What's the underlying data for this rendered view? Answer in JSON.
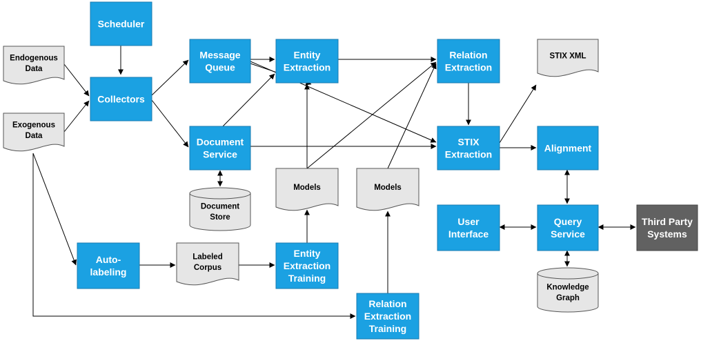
{
  "nodes": {
    "scheduler": {
      "lines": [
        "Scheduler"
      ]
    },
    "endogenous": {
      "lines": [
        "Endogenous",
        "Data"
      ]
    },
    "exogenous": {
      "lines": [
        "Exogenous",
        "Data"
      ]
    },
    "collectors": {
      "lines": [
        "Collectors"
      ]
    },
    "message_queue": {
      "lines": [
        "Message",
        "Queue"
      ]
    },
    "document_service": {
      "lines": [
        "Document",
        "Service"
      ]
    },
    "document_store": {
      "lines": [
        "Document",
        "Store"
      ]
    },
    "entity_extraction": {
      "lines": [
        "Entity",
        "Extraction"
      ]
    },
    "models_entity": {
      "lines": [
        "Models"
      ]
    },
    "models_relation": {
      "lines": [
        "Models"
      ]
    },
    "relation_extraction": {
      "lines": [
        "Relation",
        "Extraction"
      ]
    },
    "stix_extraction": {
      "lines": [
        "STIX",
        "Extraction"
      ]
    },
    "stix_xml": {
      "lines": [
        "STIX XML"
      ]
    },
    "alignment": {
      "lines": [
        "Alignment"
      ]
    },
    "query_service": {
      "lines": [
        "Query",
        "Service"
      ]
    },
    "user_interface": {
      "lines": [
        "User",
        "Interface"
      ]
    },
    "third_party": {
      "lines": [
        "Third Party",
        "Systems"
      ]
    },
    "knowledge_graph": {
      "lines": [
        "Knowledge",
        "Graph"
      ]
    },
    "auto_labeling": {
      "lines": [
        "Auto-",
        "labeling"
      ]
    },
    "labeled_corpus": {
      "lines": [
        "Labeled",
        "Corpus"
      ]
    },
    "entity_extraction_training": {
      "lines": [
        "Entity",
        "Extraction",
        "Training"
      ]
    },
    "relation_extraction_training": {
      "lines": [
        "Relation",
        "Extraction",
        "Training"
      ]
    }
  },
  "colors": {
    "process_fill": "#1ba1e2",
    "process_stroke": "#1a7bb0",
    "process_text": "#ffffff",
    "artifact_fill": "#e6e6e6",
    "artifact_stroke": "#555555",
    "artifact_text": "#000000",
    "external_fill": "#616161",
    "external_text": "#ffffff"
  }
}
